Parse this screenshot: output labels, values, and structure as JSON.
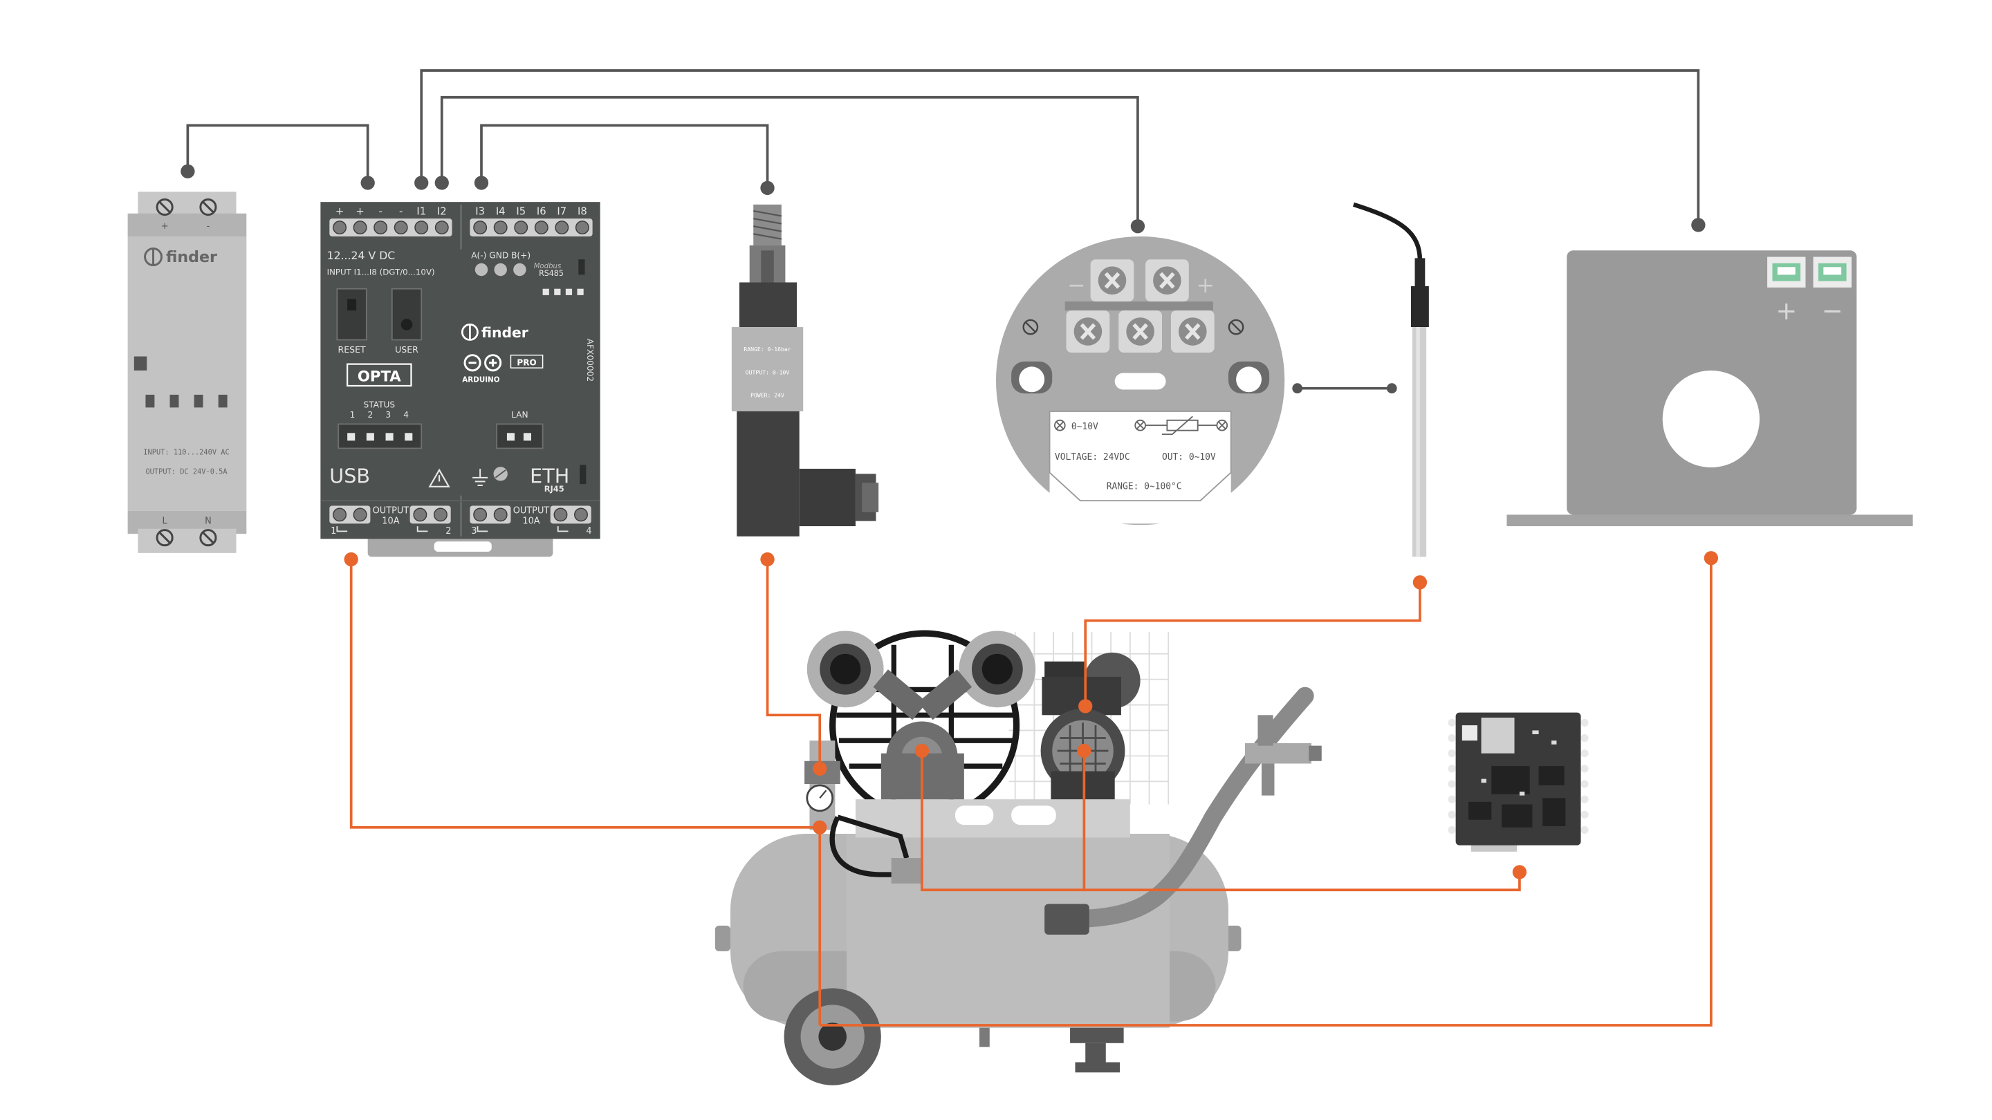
{
  "colors": {
    "wire_signal": "#555555",
    "wire_process": "#e8652c",
    "opta_body": "#4d514f",
    "psu_body": "#c3c3c3",
    "sensor_dark": "#3f403f",
    "ct_body": "#9a9a9a",
    "tank": "#b8b8b8",
    "terminal_green": "#7fc8a0"
  },
  "psu": {
    "plus": "+",
    "minus": "-",
    "brand": "finder",
    "input": "INPUT: 110...240V AC",
    "output": "OUTPUT: DC 24V-0.5A",
    "l": "L",
    "n": "N"
  },
  "opta": {
    "t1": "+",
    "t2": "+",
    "t3": "-",
    "t4": "-",
    "t5": "I1",
    "t6": "I2",
    "t7": "I3",
    "t8": "I4",
    "t9": "I5",
    "t10": "I6",
    "t11": "I7",
    "t12": "I8",
    "supply": "12...24 V DC",
    "input_range": "INPUT I1...I8 (DGT/0...10V)",
    "rs485_pins": "A(-) GND B(+)",
    "modbus": "Modbus",
    "rs485": "RS485",
    "reset": "RESET",
    "user": "USER",
    "brand": "finder",
    "model": "OPTA",
    "arduino": "ARDUINO",
    "pro": "PRO",
    "part": "AFX00002",
    "status": "STATUS",
    "s1": "1",
    "s2": "2",
    "s3": "3",
    "s4": "4",
    "lan": "LAN",
    "usb": "USB",
    "eth": "ETH",
    "rj45": "RJ45",
    "out_label": "OUTPUT",
    "out_rating": "10A",
    "o1": "1",
    "o2": "2",
    "o3": "3",
    "o4": "4"
  },
  "pressure_sensor": {
    "range": "RANGE: 0-16bar",
    "output": "OUTPUT: 0-10V",
    "power": "POWER: 24V"
  },
  "temp_transmitter": {
    "minus": "−",
    "plus": "+",
    "signal": "0~10V",
    "voltage": "VOLTAGE: 24VDC",
    "out": "OUT: 0~10V",
    "range": "RANGE: 0~100°C"
  },
  "current_sensor": {
    "plus": "+",
    "minus": "−"
  }
}
